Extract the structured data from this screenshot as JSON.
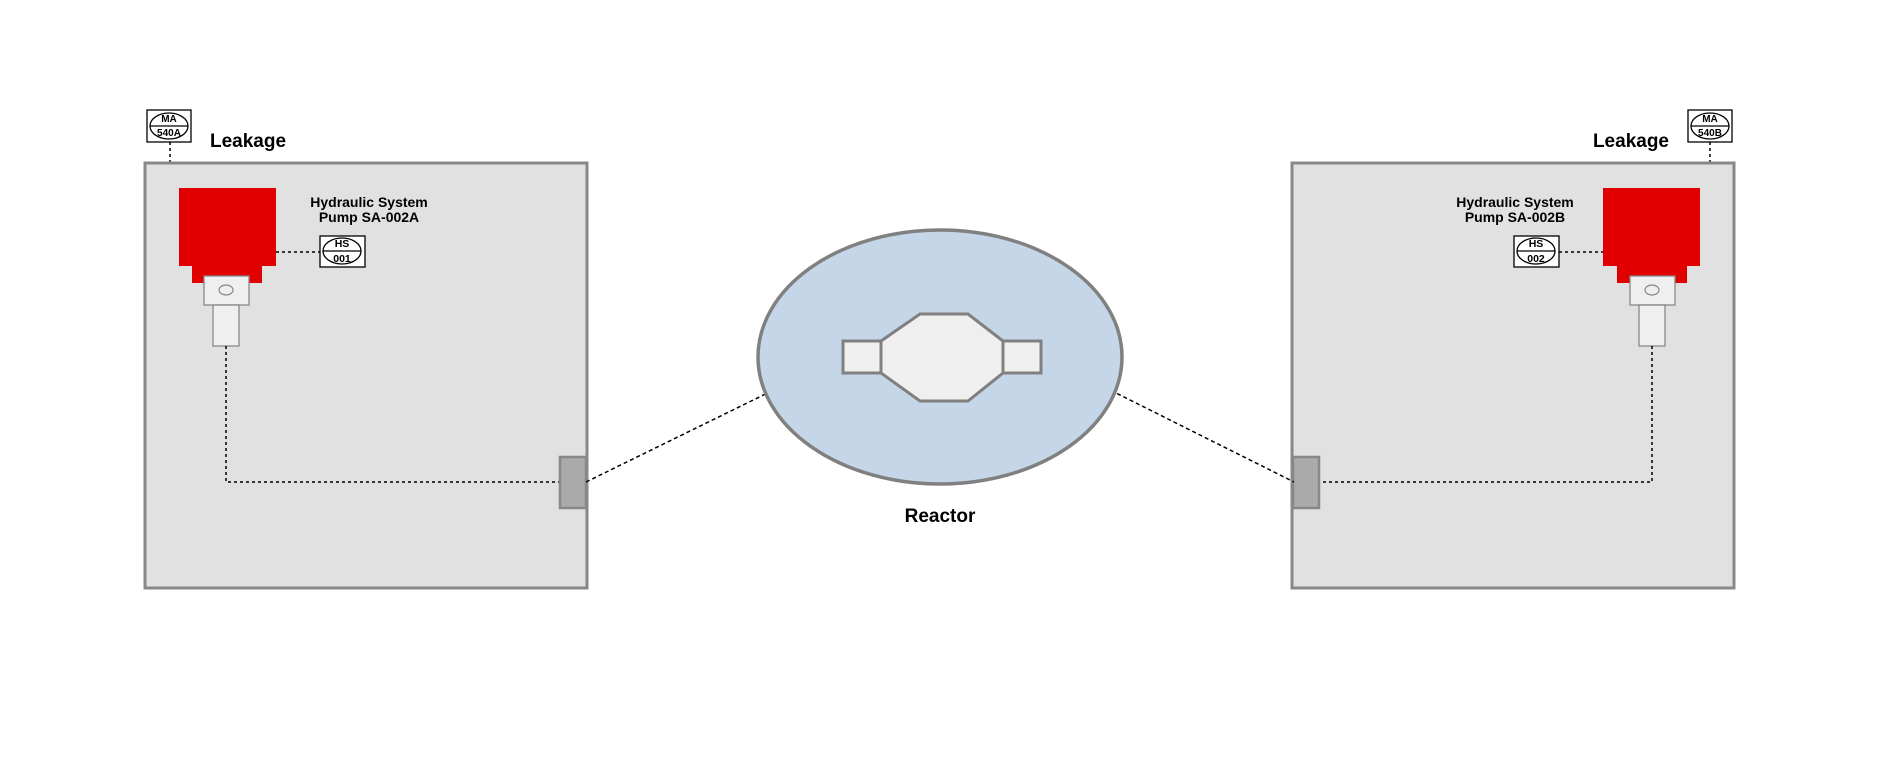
{
  "colors": {
    "panel_fill": "#e1e1e1",
    "panel_stroke": "#888888",
    "pump_red": "#e00000",
    "reactor_fill": "#c5d6e8",
    "reactor_stroke": "#808080",
    "core_fill": "#efefef",
    "handle_fill": "#aaaaaa"
  },
  "left_unit": {
    "leakage_label": "Leakage",
    "alarm_tag": {
      "line1": "MA",
      "line2": "540A"
    },
    "pump_label_line1": "Hydraulic System",
    "pump_label_line2": "Pump SA-002A",
    "switch_tag": {
      "line1": "HS",
      "line2": "001"
    }
  },
  "right_unit": {
    "leakage_label": "Leakage",
    "alarm_tag": {
      "line1": "MA",
      "line2": "540B"
    },
    "pump_label_line1": "Hydraulic System",
    "pump_label_line2": "Pump SA-002B",
    "switch_tag": {
      "line1": "HS",
      "line2": "002"
    }
  },
  "reactor": {
    "label": "Reactor"
  }
}
